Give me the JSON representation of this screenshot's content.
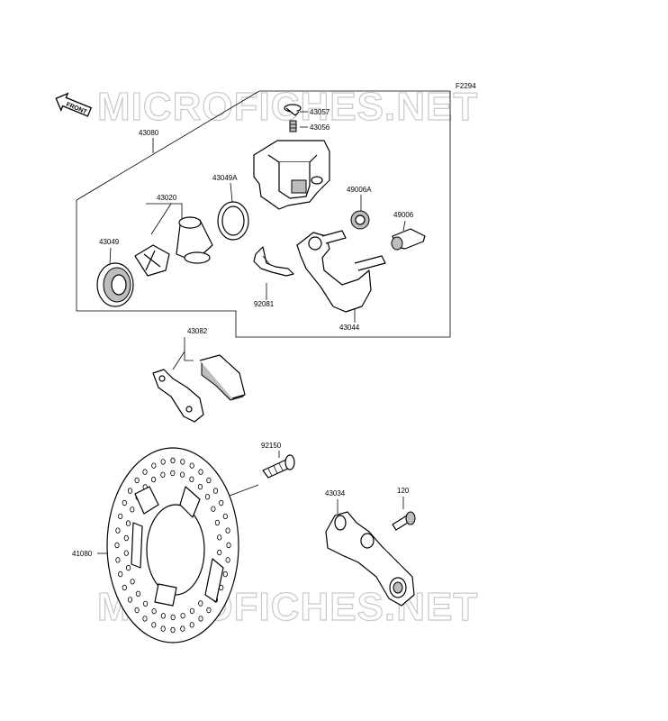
{
  "diagram": {
    "code": "F2294",
    "watermark": "MICROFICHES.NET",
    "front_label": "FRONT",
    "parts": {
      "p43057": "43057",
      "p43056": "43056",
      "p43080": "43080",
      "p43049A": "43049A",
      "p49006A": "49006A",
      "p43020": "43020",
      "p49006": "49006",
      "p43049": "43049",
      "p92081": "92081",
      "p43044": "43044",
      "p43082": "43082",
      "p92150": "92150",
      "p43034": "43034",
      "p120": "120",
      "p41080": "41080"
    }
  }
}
